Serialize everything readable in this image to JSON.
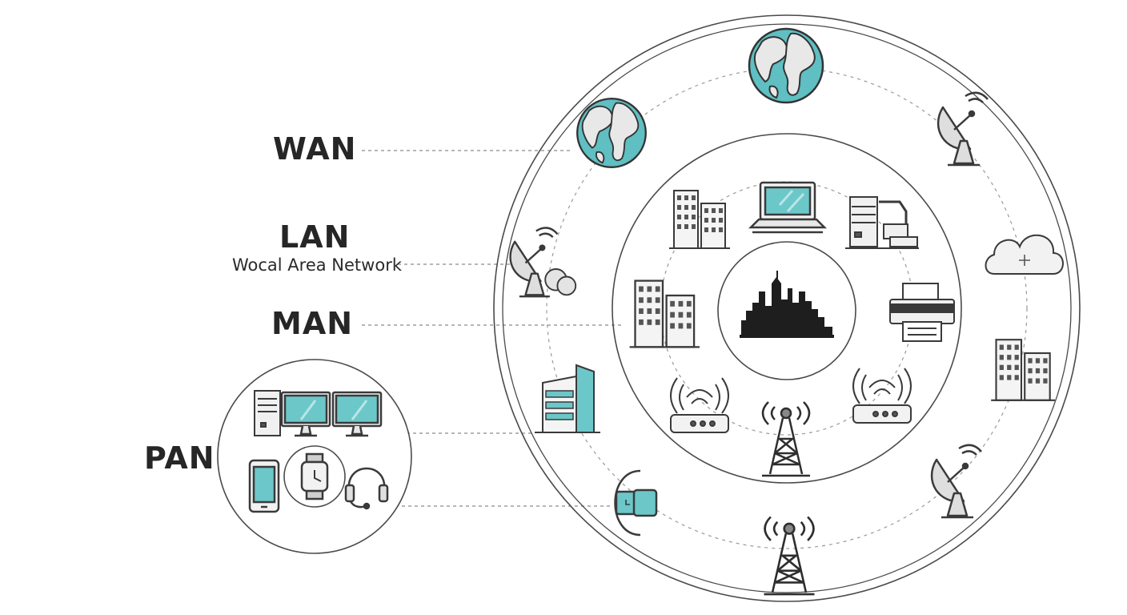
{
  "labels": {
    "wan": "WAN",
    "lan": "LAN",
    "lan_subtitle": "Wocal Area Network",
    "man": "MAN",
    "pan": "PAN"
  },
  "colors": {
    "accent": "#6cc7c9",
    "ocean": "#5fbfc2",
    "land": "#e6e6e6",
    "stroke": "#3a3a3a",
    "dark": "#222222"
  },
  "icons": [
    "globe-icon",
    "satellite-dish-icon",
    "cloud-icon",
    "office-building-icon",
    "radio-tower-icon",
    "smartwatch-icon",
    "laptop-icon",
    "server-icon",
    "printer-icon",
    "router-icon",
    "city-skyline-icon",
    "desktop-monitor-icon",
    "smartphone-icon",
    "headphones-icon"
  ]
}
